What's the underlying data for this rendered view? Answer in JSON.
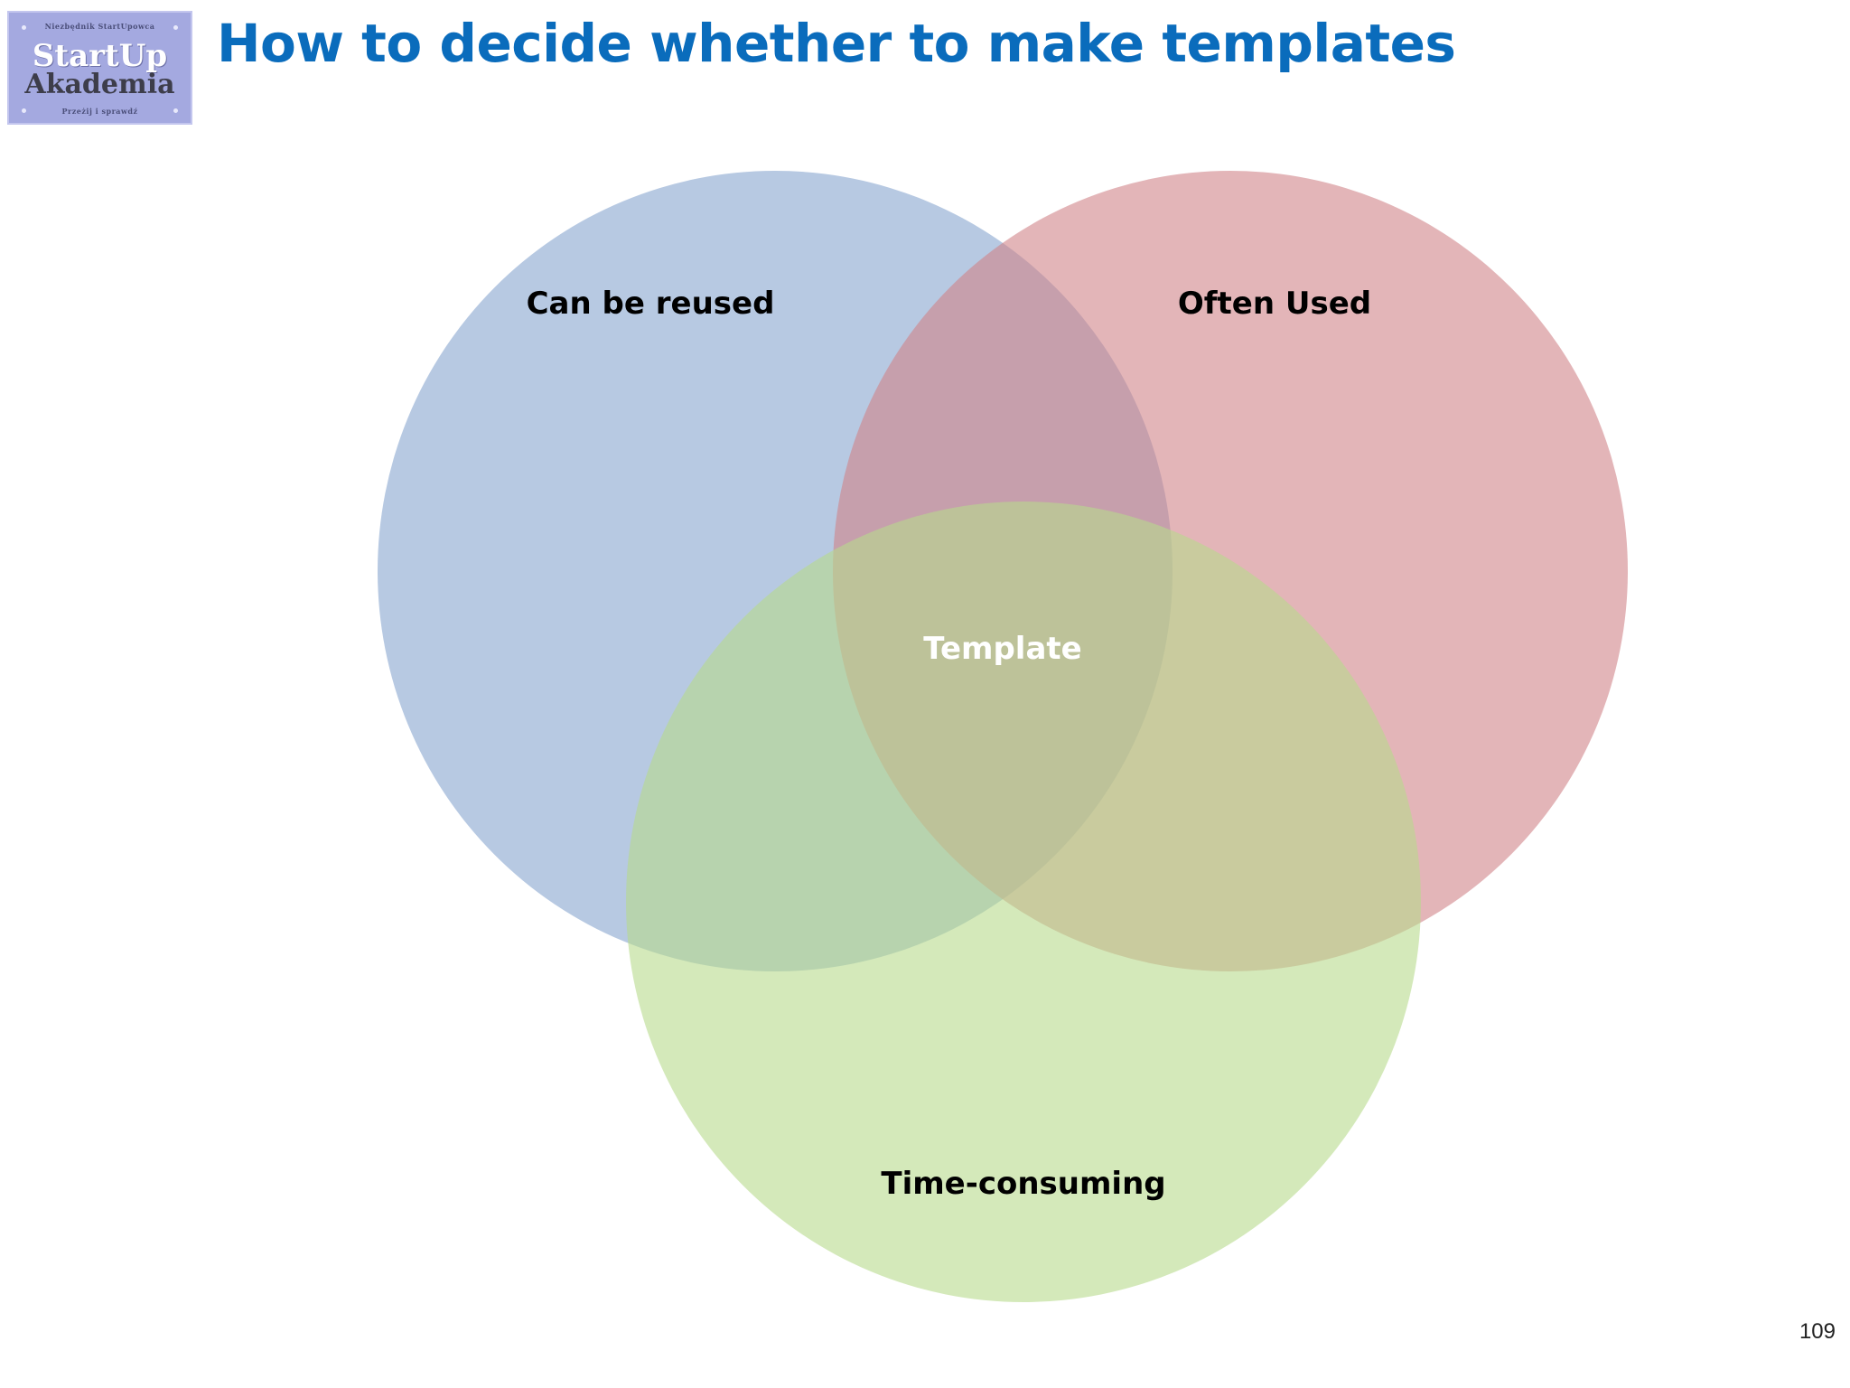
{
  "slide": {
    "title": "How to decide whether to make templates",
    "page_number": "109"
  },
  "logo": {
    "top_text": "Niezbędnik StartUpowca",
    "main_text": "StartUp",
    "sub_text": "Akademia",
    "bottom_text": "Przeżij i sprawdź",
    "background_color": "#a4a9e0"
  },
  "venn": {
    "sets": [
      {
        "label": "Can be reused",
        "color": "#b7c9e2"
      },
      {
        "label": "Often Used",
        "color": "#e5b3b6"
      },
      {
        "label": "Time-consuming",
        "color": "#d3e9bb"
      }
    ],
    "intersection_label": "Template"
  }
}
